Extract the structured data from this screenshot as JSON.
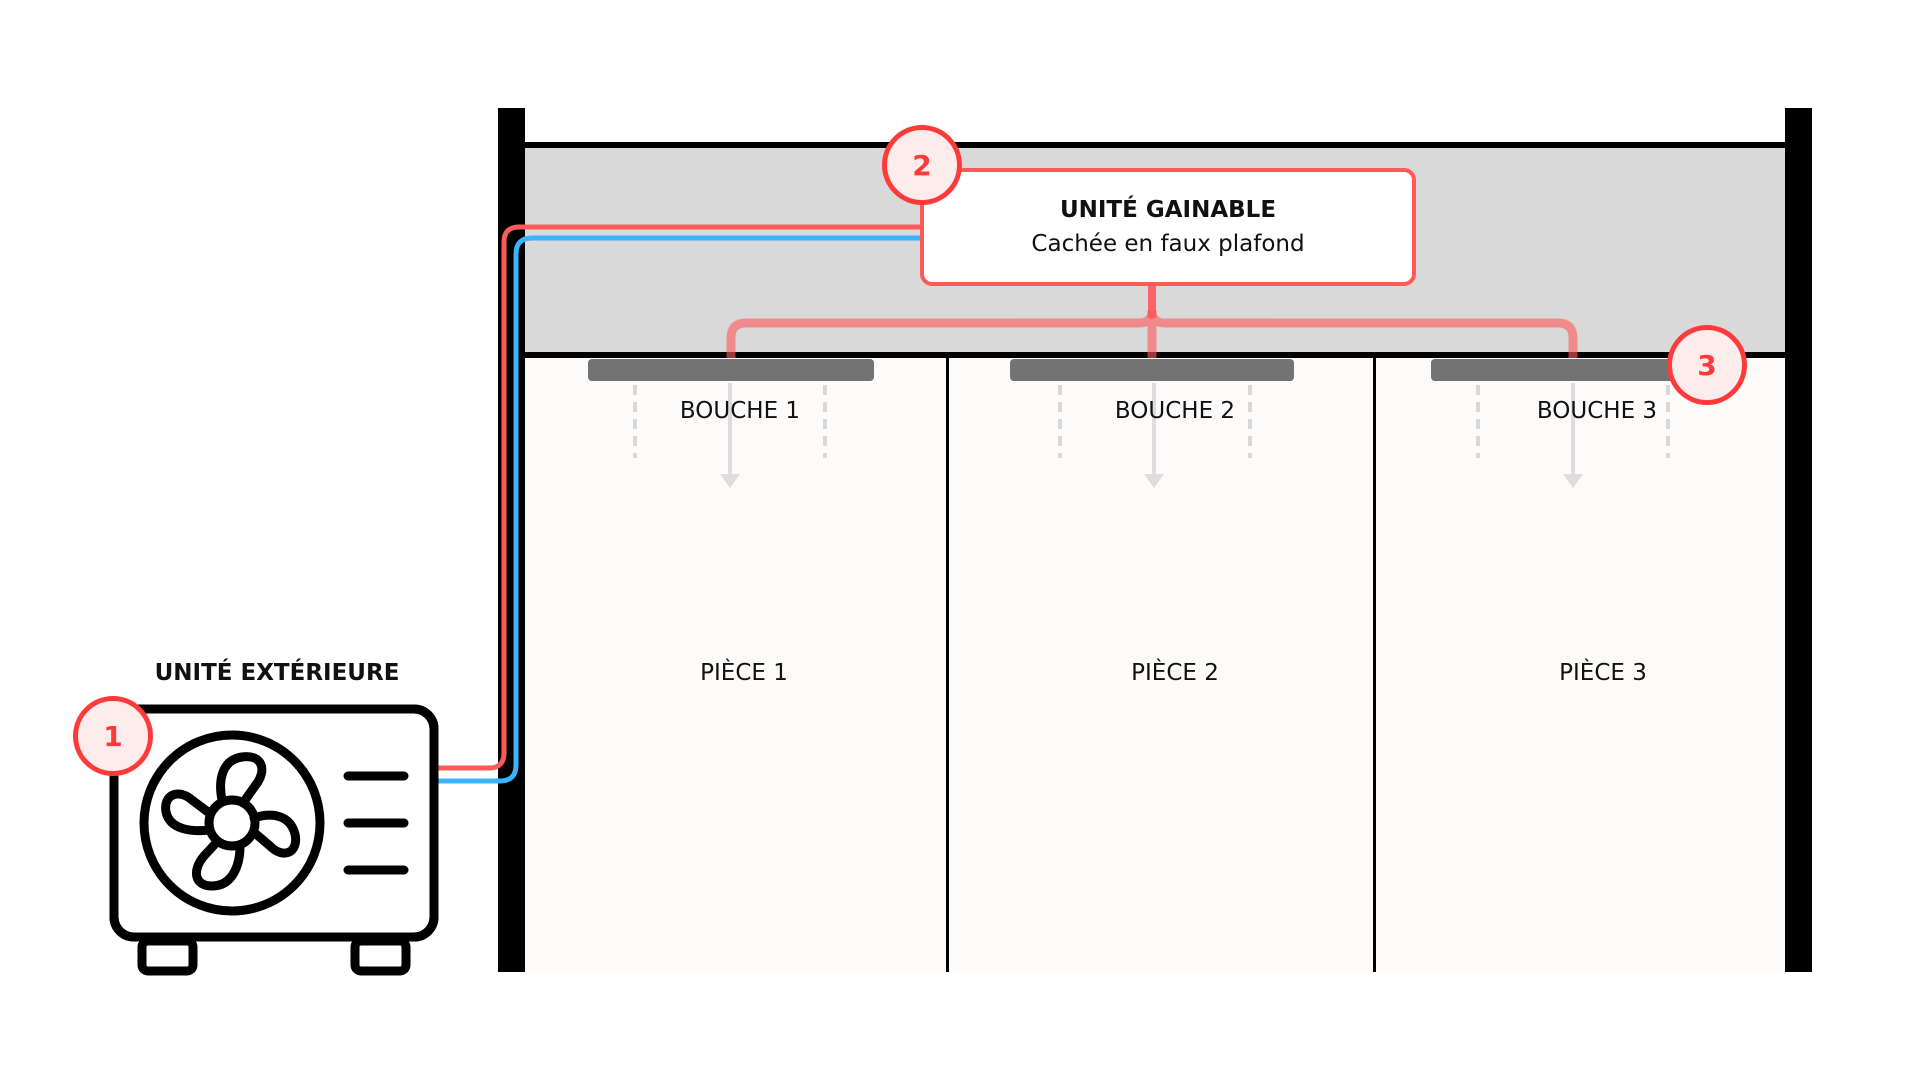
{
  "outdoor_unit": {
    "label": "UNITÉ EXTÉRIEURE",
    "badge": "1",
    "icon": "outdoor-ac-unit-icon"
  },
  "indoor_unit": {
    "title": "UNITÉ GAINABLE",
    "subtitle": "Cachée en faux plafond",
    "badge": "2"
  },
  "vents_badge": "3",
  "vents": [
    {
      "label": "BOUCHE 1"
    },
    {
      "label": "BOUCHE 2"
    },
    {
      "label": "BOUCHE 3"
    }
  ],
  "rooms": [
    {
      "label": "PIÈCE 1"
    },
    {
      "label": "PIÈCE 2"
    },
    {
      "label": "PIÈCE 3"
    }
  ],
  "colors": {
    "hot_pipe": "#ff5a5a",
    "cold_pipe": "#3ab4ff",
    "duct": "#ec9494",
    "badge_stroke": "#ff3a3a",
    "badge_fill": "#fdecec",
    "ceiling_fill": "#d9d9d9",
    "room_fill": "#fcfbfa",
    "grille": "#737373",
    "wall": "#000000"
  }
}
